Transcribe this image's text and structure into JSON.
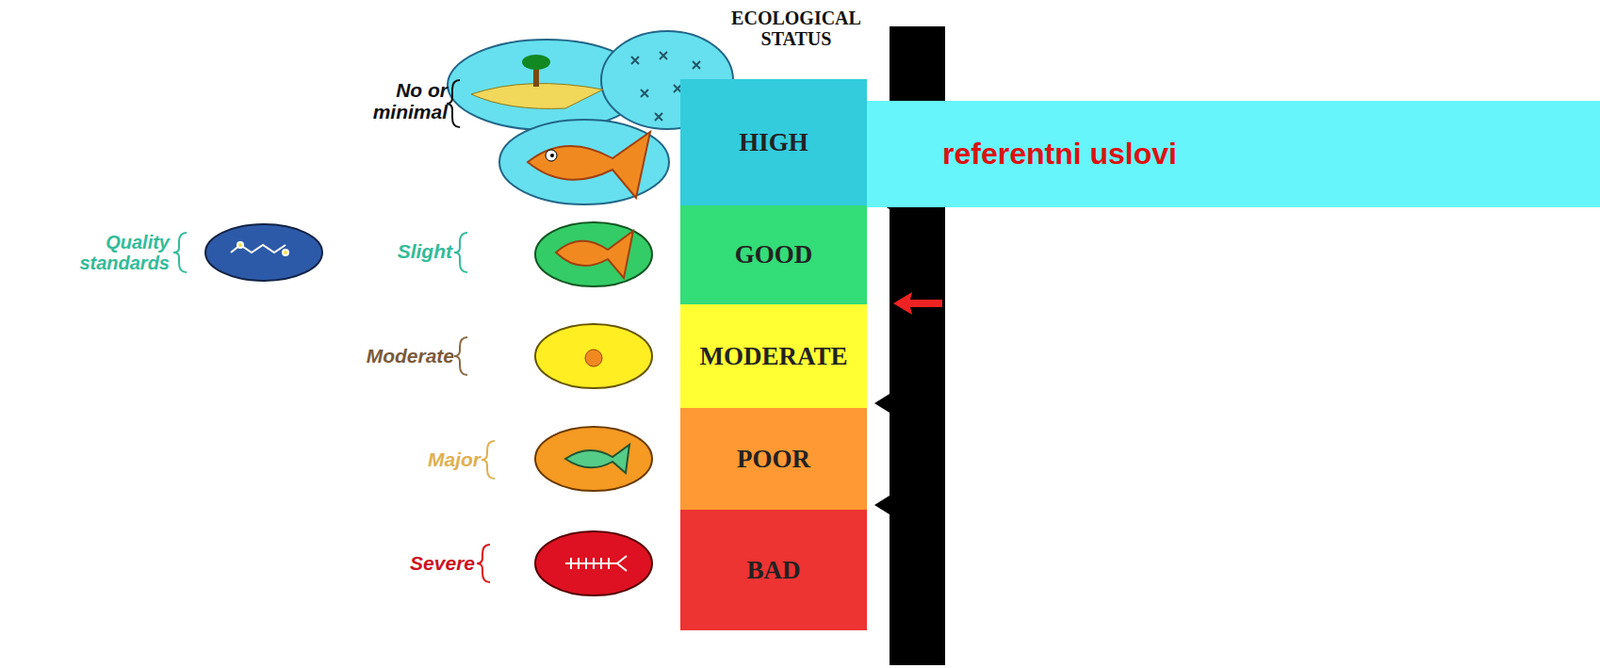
{
  "diagram": {
    "nodes": [
      {
        "text": [
          "HIGH"
        ]
      },
      {
        "text": [
          "GOOD"
        ]
      },
      {
        "text": [
          "MODERATE"
        ]
      },
      {
        "text": [
          "POOR"
        ]
      },
      {
        "text": [
          "BAD"
        ]
      },
      {
        "text": [
          "referentni uslovi"
        ]
      }
    ],
    "labels": [
      "ECOLOGICAL STATUS",
      "No or minimal",
      "Quality standards",
      "Slight",
      "Moderate",
      "Major",
      "Severe"
    ]
  }
}
